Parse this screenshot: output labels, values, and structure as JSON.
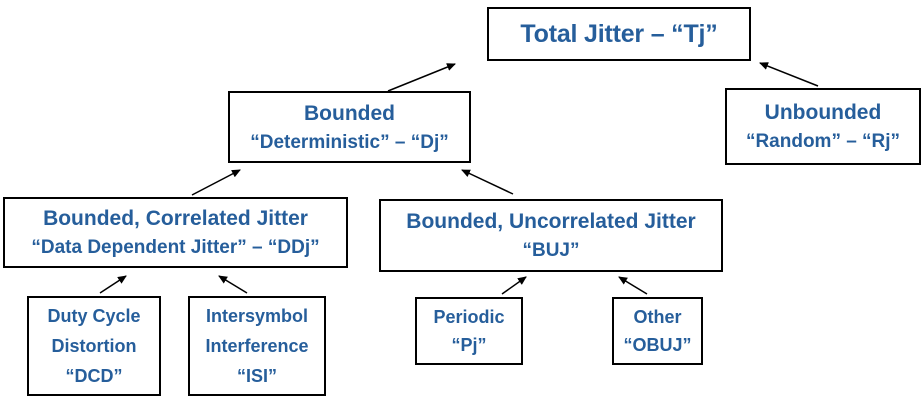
{
  "diagram": {
    "title": "Jitter hierarchy tree",
    "colors": {
      "text": "#265E9B",
      "border": "#000000",
      "background": "#FFFFFF",
      "arrow": "#000000"
    },
    "nodes": {
      "total_jitter": {
        "line1": "Total Jitter – “Tj”"
      },
      "bounded_dj": {
        "line1": "Bounded",
        "line2": "“Deterministic” – “Dj”"
      },
      "unbounded_rj": {
        "line1": "Unbounded",
        "line2": "“Random” – “Rj”"
      },
      "ddj": {
        "line1": "Bounded, Correlated Jitter",
        "line2": "“Data Dependent Jitter” – “DDj”"
      },
      "buj": {
        "line1": "Bounded, Uncorrelated Jitter",
        "line2": "“BUJ”"
      },
      "dcd": {
        "line1": "Duty Cycle",
        "line2": "Distortion",
        "line3": "“DCD”"
      },
      "isi": {
        "line1": "Intersymbol",
        "line2": "Interference",
        "line3": "“ISI”"
      },
      "pj": {
        "line1": "Periodic",
        "line2": "“Pj”"
      },
      "obuj": {
        "line1": "Other",
        "line2": "“OBUJ”"
      }
    },
    "edges": [
      {
        "from": "bounded_dj",
        "to": "total_jitter"
      },
      {
        "from": "unbounded_rj",
        "to": "total_jitter"
      },
      {
        "from": "ddj",
        "to": "bounded_dj"
      },
      {
        "from": "buj",
        "to": "bounded_dj"
      },
      {
        "from": "dcd",
        "to": "ddj"
      },
      {
        "from": "isi",
        "to": "ddj"
      },
      {
        "from": "pj",
        "to": "buj"
      },
      {
        "from": "obuj",
        "to": "buj"
      }
    ]
  }
}
